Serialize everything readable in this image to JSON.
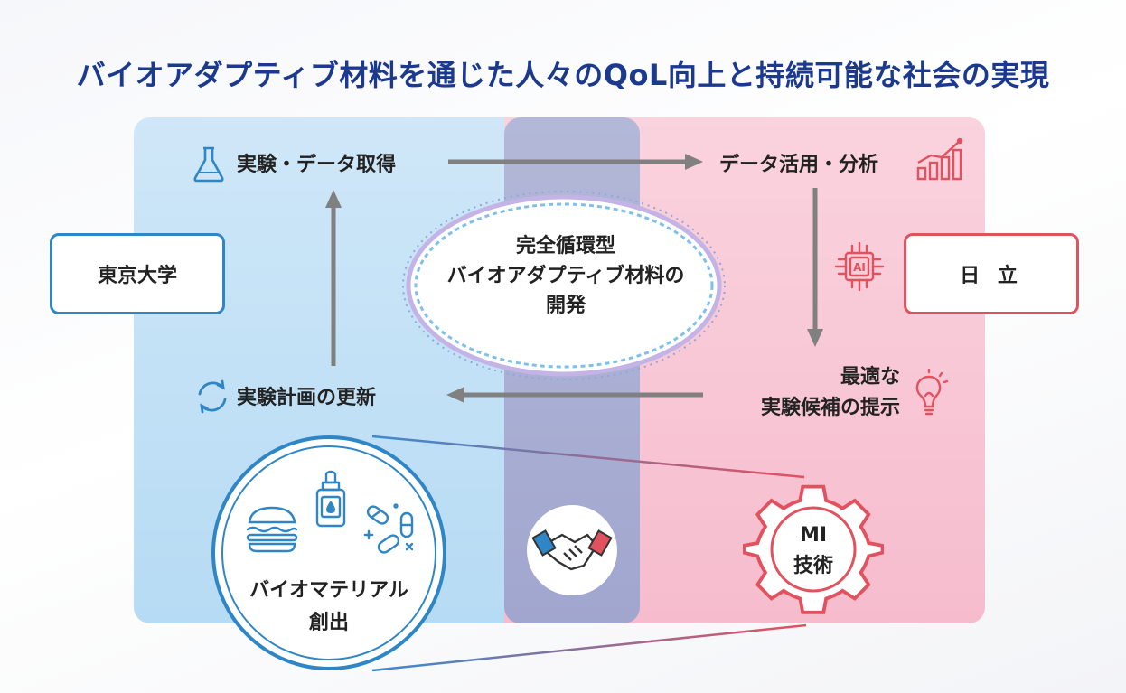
{
  "title": "バイオアダプティブ材料を通じた人々のQoL向上と持続可能な社会の実現",
  "orgs": {
    "left": "東京大学",
    "right": "日 立"
  },
  "steps": {
    "experiment": "実験・データ取得",
    "analysis": "データ活用・分析",
    "proposal_line1": "最適な",
    "proposal_line2": "実験候補の提示",
    "update": "実験計画の更新"
  },
  "center": {
    "line1": "完全循環型",
    "line2": "バイオアダプティブ材料の",
    "line3": "開発"
  },
  "biomaterial": {
    "line1": "バイオマテリアル",
    "line2": "創出"
  },
  "mi": {
    "line1": "MI",
    "line2": "技術"
  },
  "icons": {
    "experiment": "flask-icon",
    "analysis": "bar-chart-icon",
    "ai": "ai-chip-icon",
    "proposal": "lightbulb-icon",
    "update": "refresh-icon",
    "handshake": "handshake-icon",
    "gear": "gear-icon",
    "burger": "burger-icon",
    "dropper": "dropper-bottle-icon",
    "pills": "pills-icon"
  },
  "colors": {
    "title": "#1b3a8f",
    "blue": "#2f86c6",
    "red": "#e2525e",
    "arrow": "#808080"
  }
}
